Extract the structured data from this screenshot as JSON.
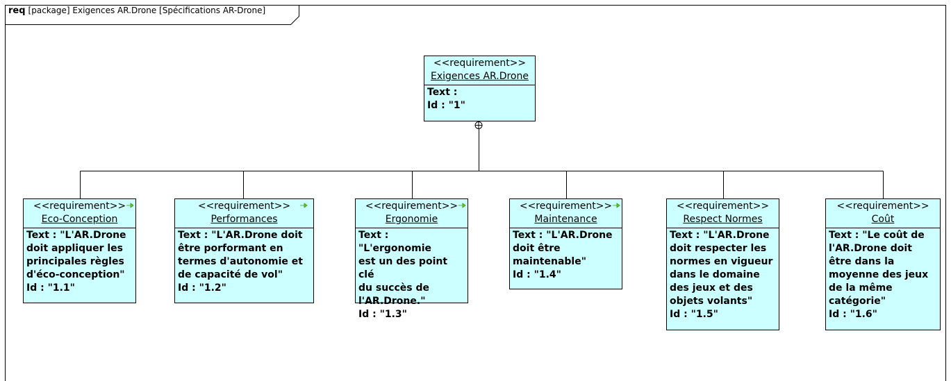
{
  "frame": {
    "keyword": "req",
    "label": "[package] Exigences AR.Drone [Spécifications AR-Drone]"
  },
  "root": {
    "stereotype": "<<requirement>>",
    "name": "Exigences AR.Drone",
    "text_label": "Text :",
    "id_label": "Id : \"1\""
  },
  "children": [
    {
      "stereotype": "<<requirement>>",
      "name": "Eco-Conception",
      "text": "Text : \"L'AR.Drone\ndoit appliquer les\nprincipales règles\nd'éco-conception\"",
      "id": "Id : \"1.1\"",
      "icon": "derive-arrow-icon"
    },
    {
      "stereotype": "<<requirement>>",
      "name": "Performances",
      "text": "Text : \"L'AR.Drone doit\nêtre porformant en\ntermes d'autonomie et\nde capacité de vol\"",
      "id": "Id : \"1.2\"",
      "icon": "derive-arrow-icon"
    },
    {
      "stereotype": "<<requirement>>",
      "name": "Ergonomie",
      "text": "Text : \"L'ergonomie\nest un des point clé\ndu succès de\nl'AR.Drone.\"",
      "id": "Id : \"1.3\"",
      "icon": "derive-arrow-icon"
    },
    {
      "stereotype": "<<requirement>>",
      "name": "Maintenance",
      "text": "Text : \"L'AR.Drone\ndoit être\nmaintenable\"",
      "id": "Id : \"1.4\"",
      "icon": "derive-arrow-icon"
    },
    {
      "stereotype": "<<requirement>>",
      "name": "Respect Normes",
      "text": "Text : \"L'AR.Drone\ndoit respecter les\nnormes en vigueur\ndans le domaine\ndes jeux et des\nobjets volants\"",
      "id": "Id : \"1.5\""
    },
    {
      "stereotype": "<<requirement>>",
      "name": "Coût",
      "text": "Text : \"Le coût de\nl'AR.Drone doit\nêtre dans la\nmoyenne des jeux\nde la même\ncatégorie\"",
      "id": "Id : \"1.6\""
    }
  ],
  "colors": {
    "box_fill": "#ccffff",
    "border": "#000000",
    "derive_icon": "#66cc33"
  }
}
